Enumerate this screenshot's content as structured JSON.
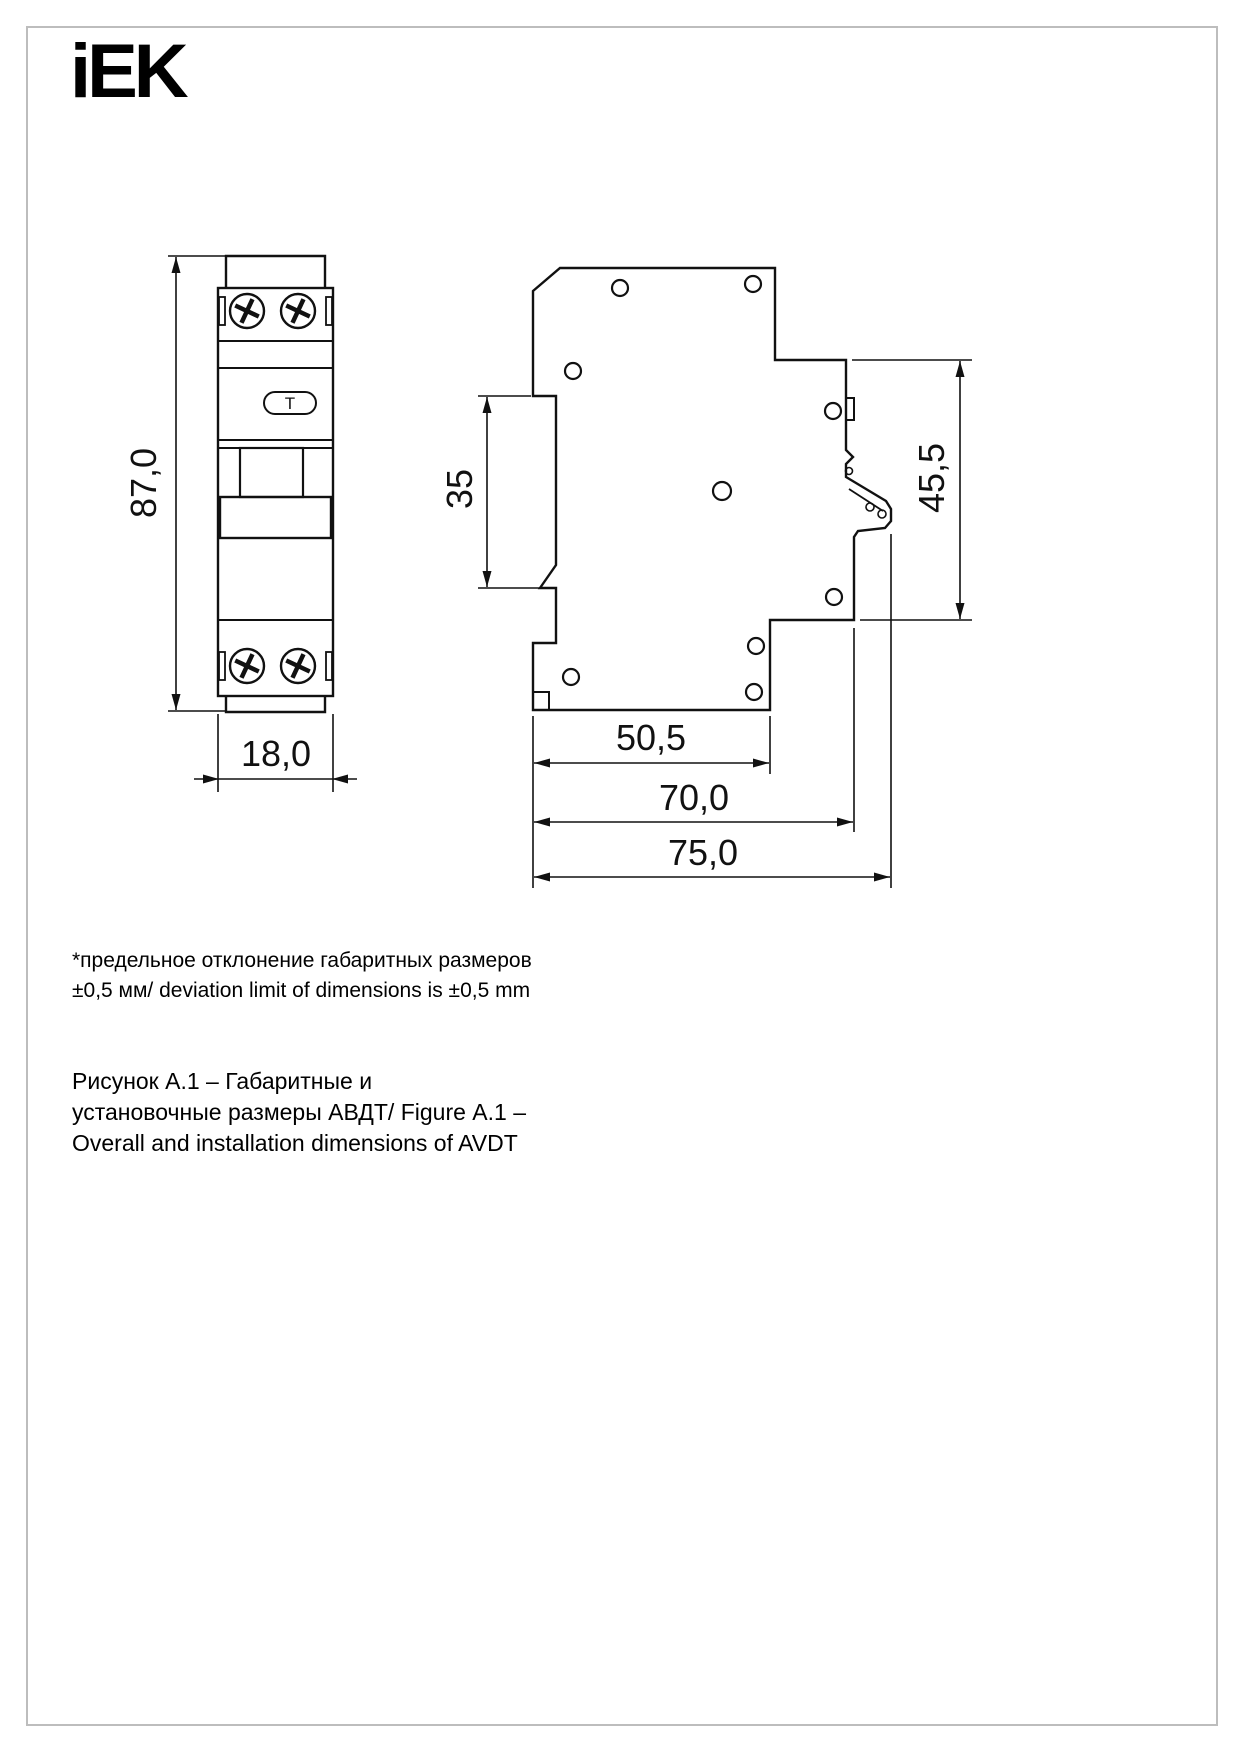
{
  "page": {
    "brand": "iEK",
    "footnote_line1": "*предельное отклонение габаритных размеров",
    "footnote_line2": "±0,5 мм/ deviation limit of dimensions is ±0,5 mm",
    "caption_line1": "Рисунок А.1 – Габаритные и",
    "caption_line2": "установочные размеры АВДТ/ Figure А.1 –",
    "caption_line3": "Overall and installation dimensions of AVDT"
  },
  "drawing": {
    "front": {
      "height": "87,0",
      "width": "18,0",
      "test_button": "Т"
    },
    "side": {
      "front_height": "35",
      "rail_height": "45,5",
      "depth_inner": "50,5",
      "depth_body": "70,0",
      "depth_total": "75,0"
    }
  }
}
